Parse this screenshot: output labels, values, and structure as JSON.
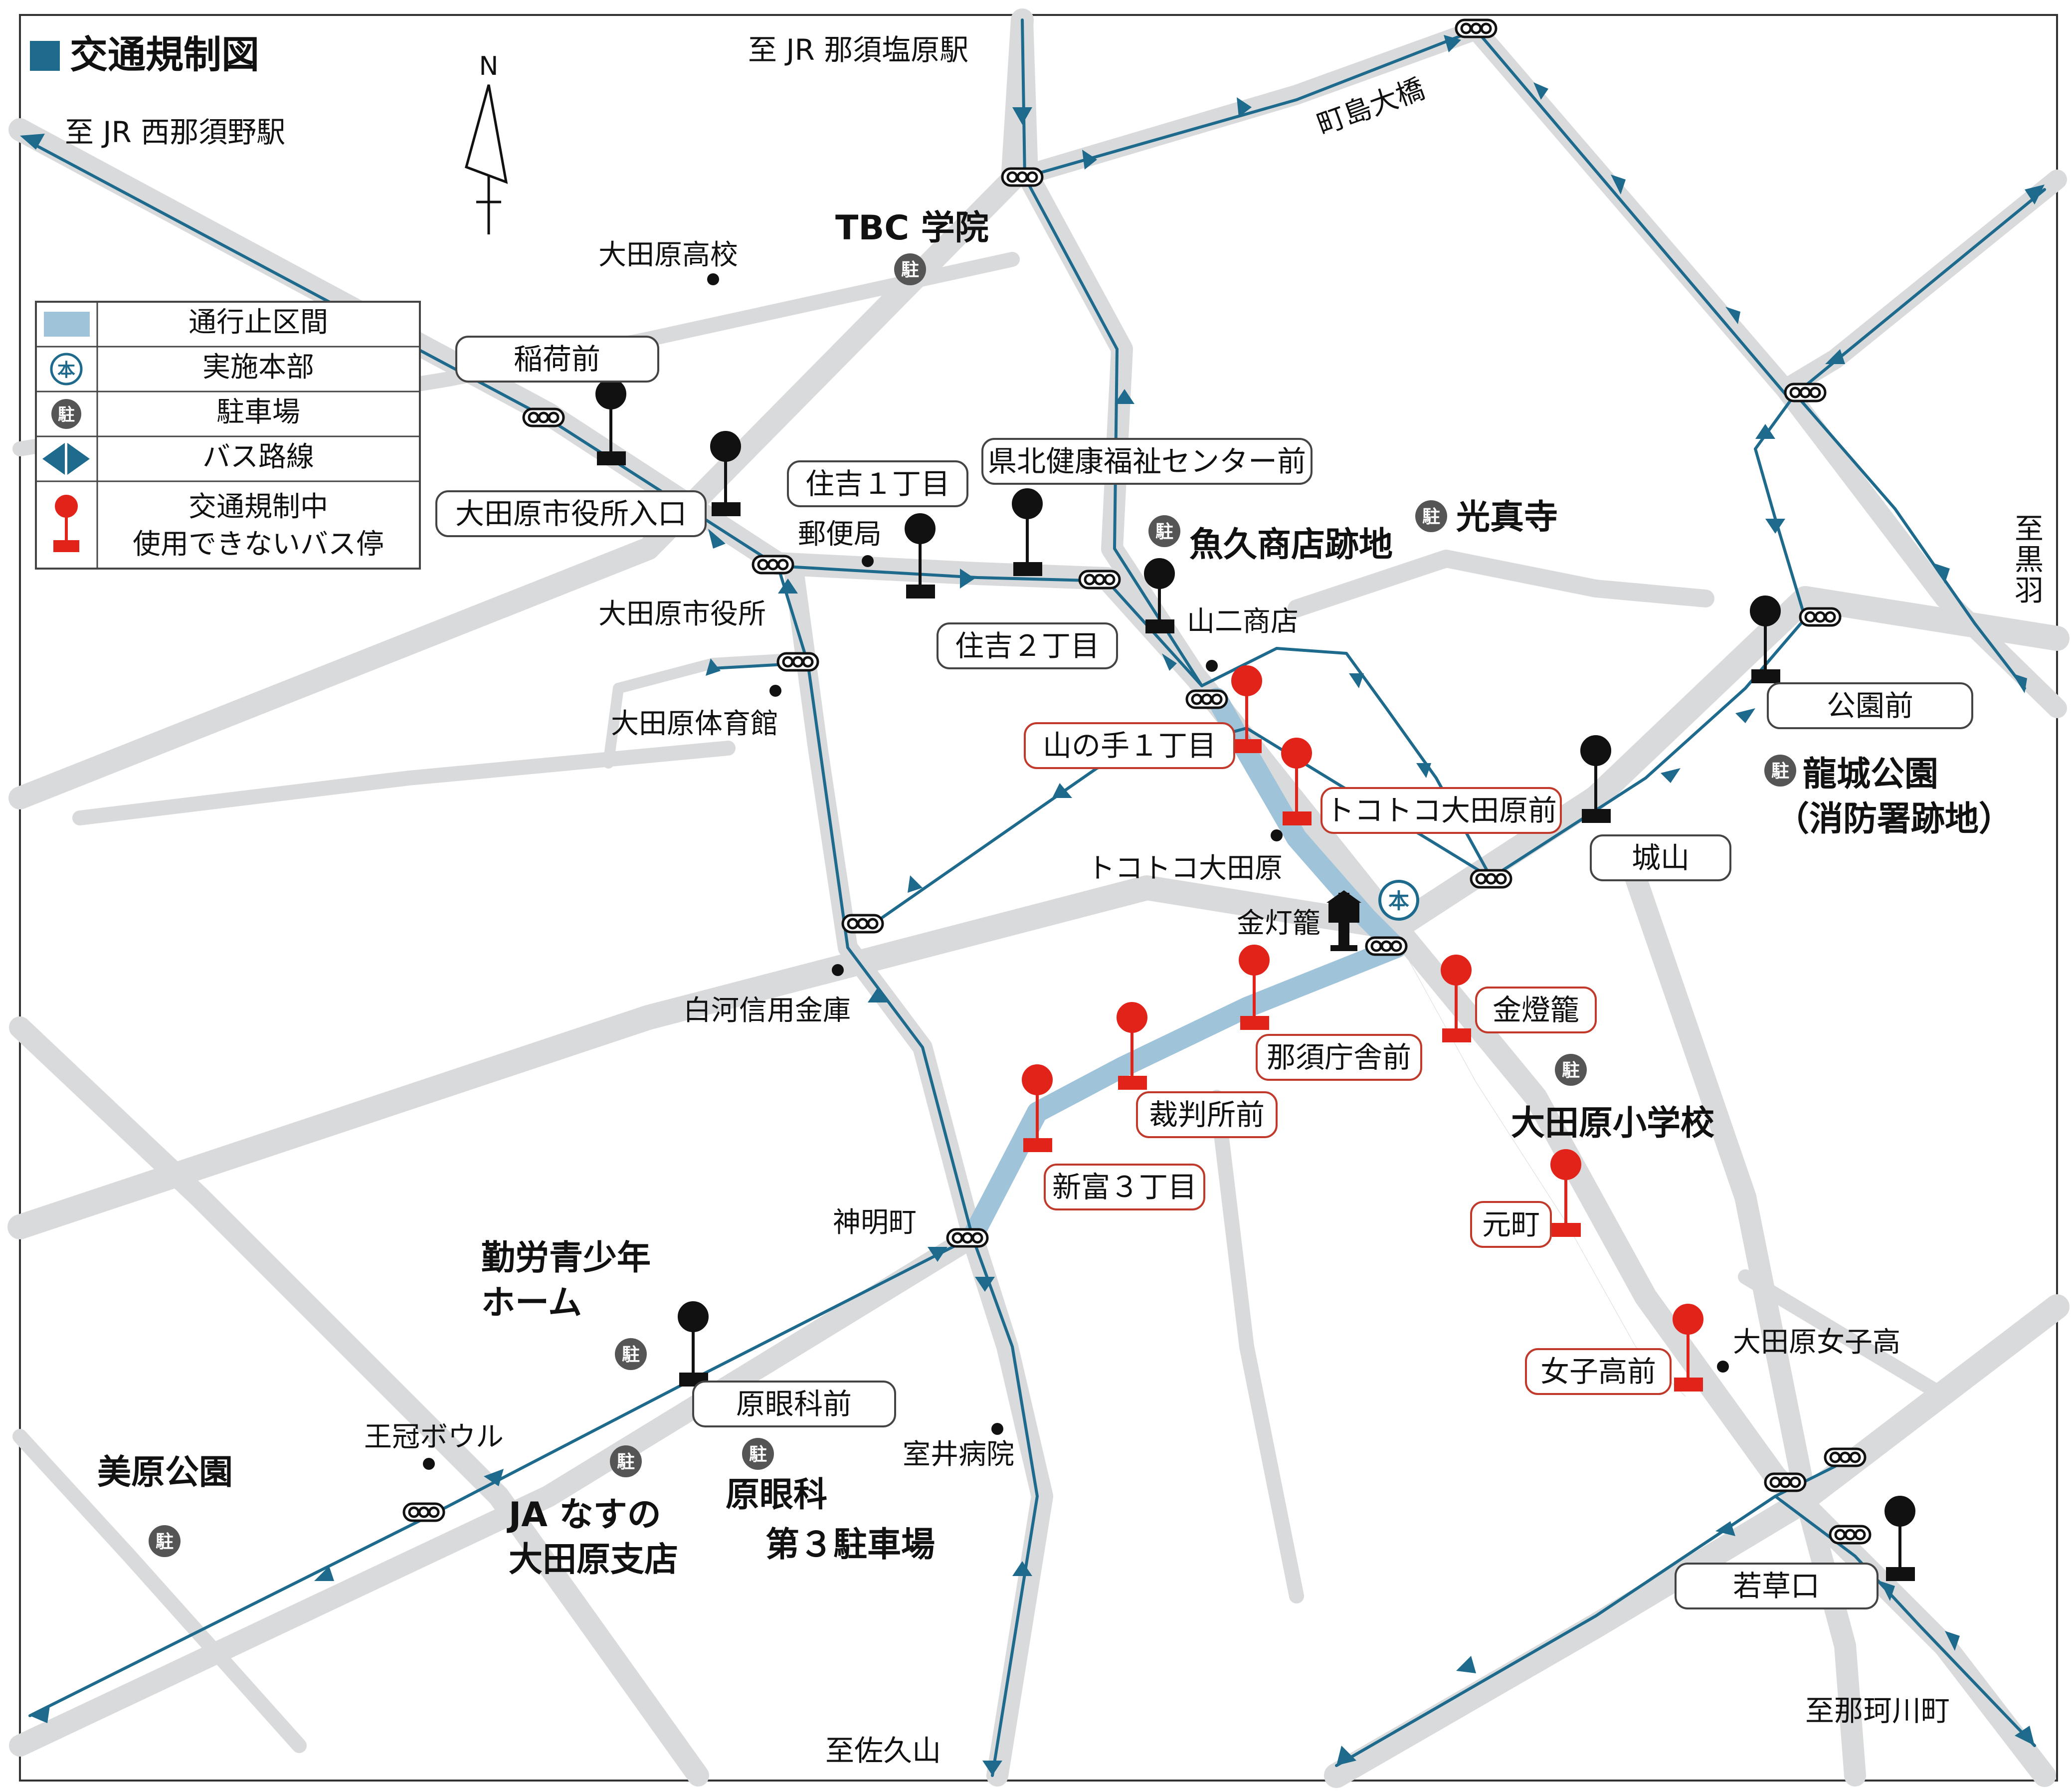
{
  "title": "交通規制図",
  "north": "N",
  "colors": {
    "road": "#d9dadc",
    "bus_route": "#1d6a8c",
    "closed": "#9fc3d9",
    "stop_active": "#111111",
    "stop_closed": "#e2231a",
    "parking": "#555555"
  },
  "legend": [
    {
      "icon": "closed-section-swatch",
      "label": "通行止区間"
    },
    {
      "icon": "hq-icon",
      "label": "実施本部"
    },
    {
      "icon": "parking-icon",
      "label": "駐車場"
    },
    {
      "icon": "bus-route-icon",
      "label": "バス路線"
    },
    {
      "icon": "restricted-stop-icon",
      "label": "交通規制中 使用できないバス停"
    }
  ],
  "symbols": {
    "hq": "本",
    "parking": "駐"
  },
  "directions": {
    "to_nasushiobara": "至 JR 那須塩原駅",
    "to_nishinasuno": "至 JR 西那須野駅",
    "to_kurobane": "至黒羽",
    "to_sakuyama": "至佐久山",
    "to_nakagawa": "至那珂川町"
  },
  "bus_stops": [
    "稲荷前",
    "大田原市役所入口",
    "住吉１丁目",
    "県北健康福祉センター前",
    "住吉２丁目",
    "公園前",
    "城山",
    "原眼科前",
    "若草口"
  ],
  "restricted_stops": [
    "山の手１丁目",
    "トコトコ大田原前",
    "金燈籠",
    "那須庁舎前",
    "裁判所前",
    "新富３丁目",
    "元町",
    "女子高前"
  ],
  "places": [
    "大田原高校",
    "郵便局",
    "大田原市役所",
    "大田原体育館",
    "山二商店",
    "トコトコ大田原",
    "金灯籠",
    "白河信用金庫",
    "神明町",
    "王冠ボウル",
    "室井病院",
    "大田原女子高",
    "町島大橋"
  ],
  "parking_places": [
    "TBC 学院",
    "魚久商店跡地",
    "光真寺",
    "龍城公園",
    "（消防署跡地）",
    "大田原小学校",
    "勤労青少年",
    "ホーム",
    "美原公園",
    "JA なすの",
    "大田原支店",
    "原眼科",
    "第３駐車場"
  ]
}
